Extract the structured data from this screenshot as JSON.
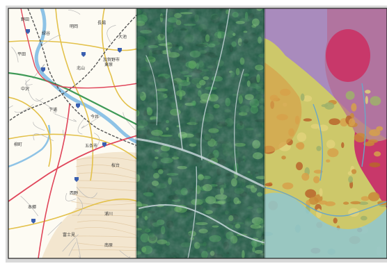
{
  "panels": [
    {
      "id": "road-map",
      "kind": "road map",
      "base_color": "#fdfbf3"
    },
    {
      "id": "aerial-photo",
      "kind": "aerial photograph",
      "base_color": "#1f5a44"
    },
    {
      "id": "geological-map",
      "kind": "geological map",
      "base_color": "#c9c36a"
    }
  ],
  "road_map": {
    "city_labels": [
      "加賀野市",
      "五条市"
    ],
    "town_labels": [
      "野田",
      "緑谷",
      "明岡",
      "長場",
      "大池",
      "平田",
      "北山",
      "東原",
      "中沢",
      "下浦",
      "今井",
      "柳町",
      "桜台",
      "西野",
      "本郷",
      "浦川",
      "富士見",
      "南原"
    ],
    "colors": {
      "national_road": "#e0455a",
      "expressway": "#3f9a57",
      "railway": "#555555",
      "river": "#8ec3e6",
      "prefectural_road": "#e3c14a"
    }
  },
  "geology_colors": {
    "granite": "#c8386a",
    "sediment": "#cdc86a",
    "volcanic": "#c98a38",
    "alluvium": "#8fc7d0",
    "metamorphic": "#a98bbd"
  }
}
